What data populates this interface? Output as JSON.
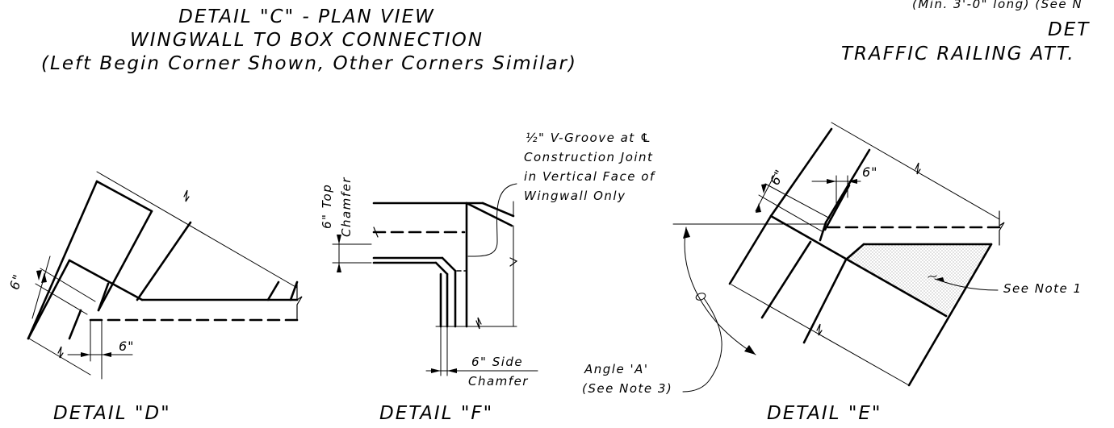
{
  "header_left": {
    "line1": "DETAIL \"C\" - PLAN VIEW",
    "line2": "WINGWALL TO BOX CONNECTION",
    "line3": "(Left Begin Corner Shown, Other Corners Similar)"
  },
  "header_right": {
    "line0": "(Min. 3'-0\" long) (See N",
    "line1": "DET",
    "line2": "TRAFFIC RAILING ATT."
  },
  "detail_d": {
    "caption": "DETAIL \"D\"",
    "dim_6_left": "6\"",
    "dim_6_bottom": "6\""
  },
  "detail_f": {
    "caption": "DETAIL \"F\"",
    "top_chamfer_1": "6\" Top",
    "top_chamfer_2": "Chamfer",
    "side_chamfer_1": "6\" Side",
    "side_chamfer_2": "Chamfer",
    "vgroove_1": "½\" V-Groove at ℄",
    "vgroove_2": "Construction Joint",
    "vgroove_3": "in Vertical Face of",
    "vgroove_4": "Wingwall Only"
  },
  "detail_e": {
    "caption": "DETAIL \"E\"",
    "dim_6_left": "6\"",
    "dim_6_right": "6\"",
    "see_note_1": "See Note 1",
    "angle_1": "Angle 'A'",
    "angle_2": "(See Note 3)"
  },
  "colors": {
    "ink": "#000000",
    "hatch": "#bdbdbd",
    "paper": "#ffffff"
  }
}
